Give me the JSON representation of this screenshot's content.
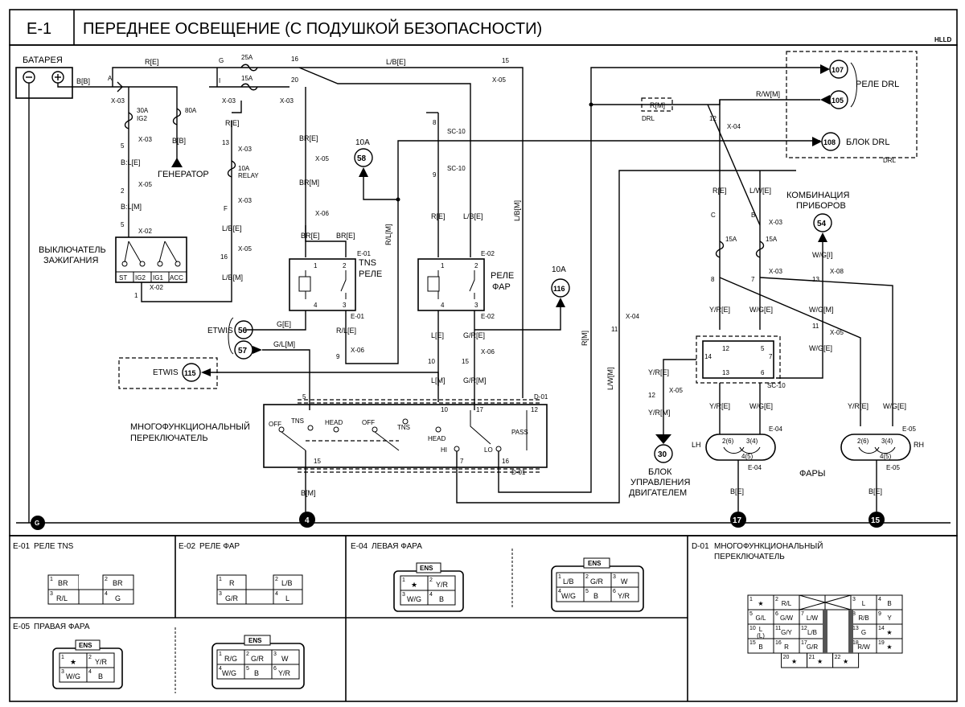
{
  "header": {
    "code": "E-1",
    "title": "ПЕРЕДНЕЕ ОСВЕЩЕНИЕ (С ПОДУШКОЙ БЕЗОПАСНОСТИ)",
    "corner_code": "HLLD"
  },
  "components": {
    "battery": "БАТАРЕЯ",
    "generator": "ГЕНЕРАТОР",
    "ignition_1": "ВЫКЛЮЧАТЕЛЬ",
    "ignition_2": "ЗАЖИГАНИЯ",
    "ign_pins": [
      "ST",
      "IG2",
      "IG1",
      "ACC"
    ],
    "tns_relay_1": "TNS",
    "tns_relay_2": "РЕЛЕ",
    "head_relay_1": "РЕЛЕ",
    "head_relay_2": "ФАР",
    "drl_relay": "РЕЛЕ DRL",
    "drl_block": "БЛОК DRL",
    "drl_label": "DRL",
    "cluster_1": "КОМБИНАЦИЯ",
    "cluster_2": "ПРИБОРОВ",
    "ecu_1": "БЛОК",
    "ecu_2": "УПРАВЛЕНИЯ",
    "ecu_3": "ДВИГАТЕЛЕМ",
    "multi_1": "МНОГОФУНКЦИОНАЛЬНЫЙ",
    "multi_2": "ПЕРЕКЛЮЧАТЕЛЬ",
    "headlamps": "ФАРЫ",
    "etwis": "ETWIS",
    "lh": "LH",
    "rh": "RH",
    "sw_labels": [
      "OFF",
      "TNS",
      "HEAD",
      "OFF",
      "TNS",
      "HEAD",
      "PASS",
      "HI",
      "LO"
    ]
  },
  "fuses": [
    "25A",
    "15A",
    "30A",
    "IG2",
    "80A",
    "10A",
    "RELAY",
    "15A",
    "15A"
  ],
  "wire_labels": [
    "R[E]",
    "B[B]",
    "B[B]",
    "L/B[E]",
    "B:L[E]",
    "B:L[M]",
    "R[E]",
    "L/B[E]",
    "L/B[M]",
    "BR[E]",
    "BR[M]",
    "BR[E]",
    "BR[E]",
    "R/L[M]",
    "G[E]",
    "G/L[M]",
    "R/L[E]",
    "R[E]",
    "L/B[E]",
    "L[E]",
    "G/R[E]",
    "L[M]",
    "G/R[M]",
    "L/B[M]",
    "B[M]",
    "R[M]",
    "R/W[M]",
    "R[E]",
    "L/W[E]",
    "Y/R[E]",
    "W/G[E]",
    "W/G[I]",
    "W/G[M]",
    "W/G[E]",
    "Y/R[E]",
    "Y/R[M]",
    "R[M]",
    "L/W[M]",
    "Y/R[E]",
    "W/G[E]",
    "Y/R[E]",
    "W/G[E]",
    "B[E]",
    "B[E]"
  ],
  "connectors": [
    "A",
    "X-03",
    "G",
    "I",
    "X-03",
    "X-03",
    "16",
    "20",
    "15",
    "X-05",
    "X-03",
    "X-05",
    "X-02",
    "X-02",
    "13",
    "X-03",
    "X-03",
    "F",
    "X-05",
    "16",
    "X-05",
    "X-06",
    "E-01",
    "E-01",
    "X-06",
    "8",
    "SC-10",
    "9",
    "SC-10",
    "E-02",
    "E-02",
    "X-06",
    "D-01",
    "D-01",
    "12",
    "X-04",
    "X-03",
    "X-03",
    "X-08",
    "X-05",
    "SC-10",
    "E-04",
    "E-04",
    "E-05",
    "E-05",
    "X-04",
    "X-05",
    "C",
    "B"
  ],
  "circle_refs": [
    "107",
    "105",
    "108",
    "58",
    "116",
    "56",
    "57",
    "115",
    "30",
    "54",
    "4",
    "17",
    "15",
    "G"
  ],
  "fuse_amp_labels": [
    "10A",
    "10A"
  ],
  "pin_numbers": [
    "5",
    "2",
    "5",
    "1",
    "3",
    "16",
    "1",
    "2",
    "4",
    "3",
    "1",
    "2",
    "4",
    "3",
    "10",
    "15",
    "9",
    "10",
    "17",
    "12",
    "5",
    "15",
    "7",
    "16",
    "8",
    "7",
    "13",
    "11",
    "12",
    "5",
    "14",
    "7",
    "13",
    "6",
    "2(6)",
    "3(4)",
    "4(5)",
    "2(6)",
    "3(4)",
    "4(5)",
    "11",
    "8"
  ],
  "connector_views": [
    {
      "code": "E-01",
      "name": "РЕЛЕ TNS",
      "cells": [
        [
          "1",
          "BR"
        ],
        [
          "2",
          "BR"
        ],
        [
          "3",
          "R/L"
        ],
        [
          "4",
          "G"
        ]
      ]
    },
    {
      "code": "E-02",
      "name": "РЕЛЕ ФАР",
      "cells": [
        [
          "1",
          "R"
        ],
        [
          "2",
          "L/B"
        ],
        [
          "3",
          "G/R"
        ],
        [
          "4",
          "L"
        ]
      ]
    },
    {
      "code": "E-04",
      "name": "ЛЕВАЯ ФАРА",
      "cells": [
        [
          "1",
          "★"
        ],
        [
          "2",
          "Y/R"
        ],
        [
          "3",
          "W/G"
        ],
        [
          "4",
          "B"
        ]
      ],
      "cells2": [
        [
          "1",
          "L/B"
        ],
        [
          "2",
          "G/R"
        ],
        [
          "3",
          "W"
        ],
        [
          "4",
          "W/G"
        ],
        [
          "5",
          "B"
        ],
        [
          "6",
          "Y/R"
        ]
      ]
    },
    {
      "code": "E-05",
      "name": "ПРАВАЯ ФАРА",
      "cells": [
        [
          "1",
          "★"
        ],
        [
          "2",
          "Y/R"
        ],
        [
          "3",
          "W/G"
        ],
        [
          "4",
          "B"
        ]
      ],
      "cells2": [
        [
          "1",
          "R/G"
        ],
        [
          "2",
          "G/R"
        ],
        [
          "3",
          "W"
        ],
        [
          "4",
          "W/G"
        ],
        [
          "5",
          "B"
        ],
        [
          "6",
          "Y/R"
        ]
      ]
    },
    {
      "code": "D-01",
      "name1": "МНОГОФУНКЦИОНАЛЬНЫЙ",
      "name2": "ПЕРЕКЛЮЧАТЕЛЬ",
      "cells": [
        [
          "1",
          "★"
        ],
        [
          "2",
          "R/L"
        ],
        [
          "3",
          "L"
        ],
        [
          "4",
          "B"
        ],
        [
          "5",
          "G/L"
        ],
        [
          "6",
          "G/W"
        ],
        [
          "7",
          "L/W"
        ],
        [
          "8",
          "R/B"
        ],
        [
          "9",
          "Y"
        ],
        [
          "10",
          "L\n(L)"
        ],
        [
          "11",
          "G/Y"
        ],
        [
          "12",
          "L/B"
        ],
        [
          "13",
          "G"
        ],
        [
          "14",
          "★"
        ],
        [
          "15",
          "B"
        ],
        [
          "16",
          "R"
        ],
        [
          "17",
          "G/R"
        ],
        [
          "18",
          "R/W"
        ],
        [
          "19",
          "★"
        ],
        [
          "20",
          "★"
        ],
        [
          "21",
          "★"
        ],
        [
          "22",
          "★"
        ]
      ]
    }
  ],
  "plug_logo": "ENS"
}
